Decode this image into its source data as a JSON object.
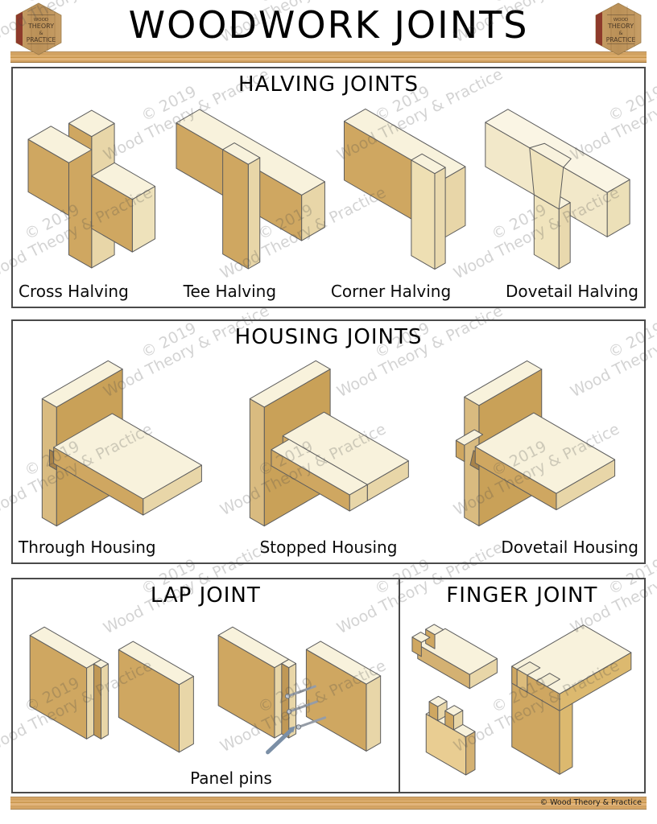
{
  "header": {
    "title": "WOODWORK JOINTS",
    "logo": {
      "line1": "WOOD",
      "line2": "THEORY",
      "line3": "&",
      "line4": "PRACTICE"
    }
  },
  "watermark": {
    "line1": "© 2019",
    "line2": "Wood Theory & Practice"
  },
  "sections": {
    "halving": {
      "title": "HALVING JOINTS",
      "items": [
        {
          "label": "Cross Halving"
        },
        {
          "label": "Tee Halving"
        },
        {
          "label": "Corner Halving"
        },
        {
          "label": "Dovetail Halving"
        }
      ]
    },
    "housing": {
      "title": "HOUSING JOINTS",
      "items": [
        {
          "label": "Through Housing"
        },
        {
          "label": "Stopped Housing"
        },
        {
          "label": "Dovetail Housing"
        }
      ]
    },
    "lap": {
      "title": "LAP JOINT",
      "annotation": "Panel pins"
    },
    "finger": {
      "title": "FINGER JOINT"
    }
  },
  "footer": {
    "copyright": "© Wood Theory & Practice"
  },
  "colors": {
    "wood_top": "#f8f2dc",
    "wood_front": "#cfa761",
    "wood_side": "#e8d6a8",
    "woodbar": "#d4a566",
    "watermark": "#c4c4c4",
    "arrow": "#7b8fa6"
  }
}
